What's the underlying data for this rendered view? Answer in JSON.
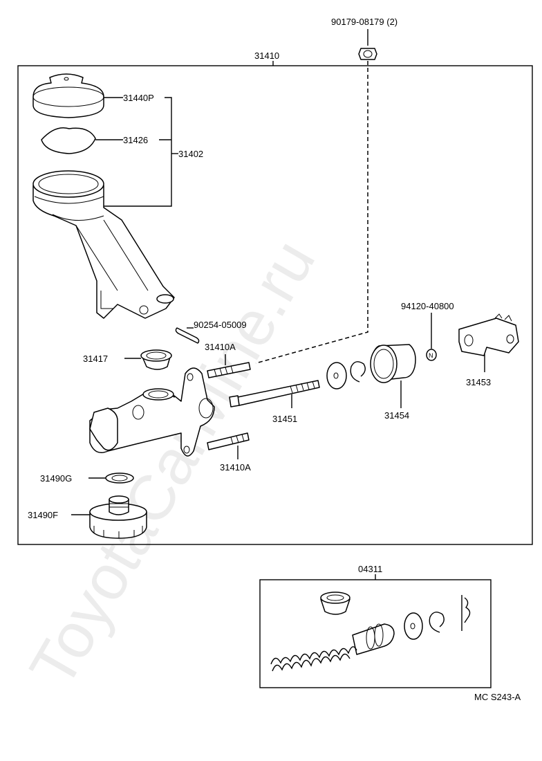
{
  "watermark": "ToyotaCarMine.ru",
  "diagram_code": "MC S243-A",
  "labels": {
    "p90179": "90179-08179 (2)",
    "p31410": "31410",
    "p31440P": "31440P",
    "p31426": "31426",
    "p31402": "31402",
    "p90254": "90254-05009",
    "p31417": "31417",
    "p31410A_top": "31410A",
    "p94120": "94120-40800",
    "p31453": "31453",
    "p31451": "31451",
    "p31454": "31454",
    "p31410A_bottom": "31410A",
    "p31490G": "31490G",
    "p31490F": "31490F",
    "p04311": "04311"
  }
}
